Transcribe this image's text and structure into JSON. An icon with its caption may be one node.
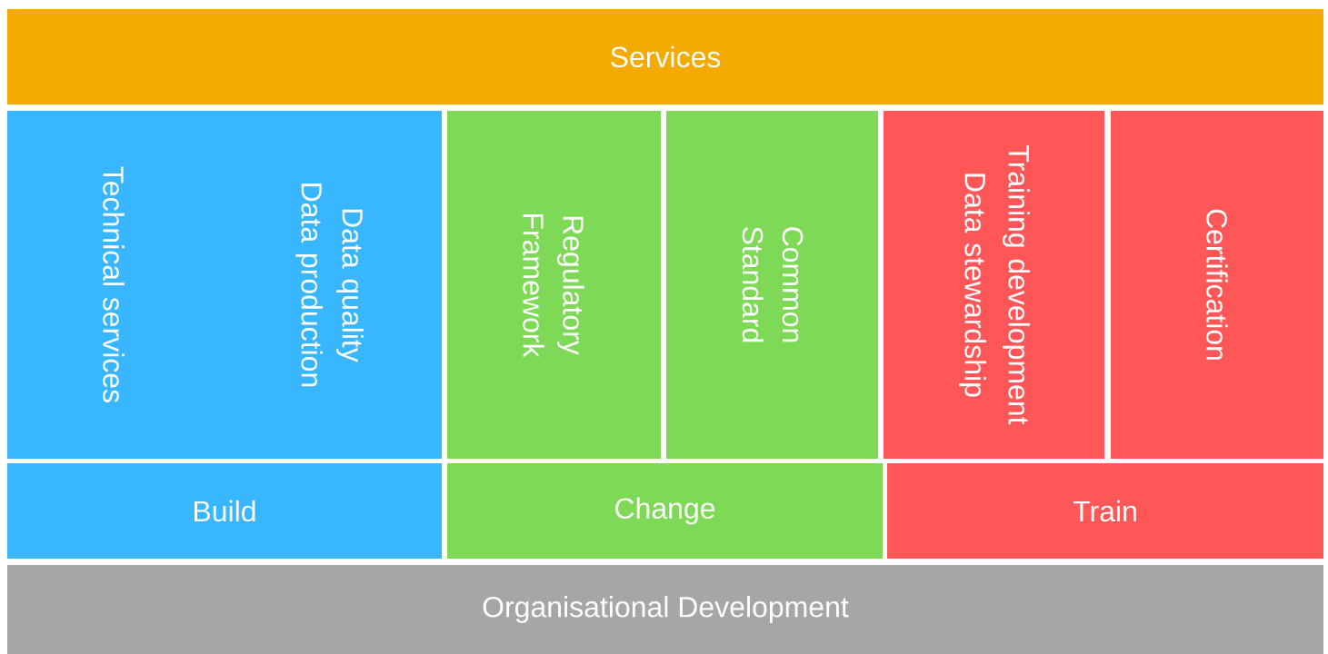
{
  "diagram": {
    "nodes": [
      {
        "text": [
          "Services"
        ]
      },
      {
        "text": [
          "Technical services",
          "Data quality",
          "Data production"
        ]
      },
      {
        "text": [
          "Regulatory Framework"
        ]
      },
      {
        "text": [
          "Common Standard"
        ]
      },
      {
        "text": [
          "Training development",
          "Data stewardship"
        ]
      },
      {
        "text": [
          "Certification"
        ]
      },
      {
        "text": [
          "Build"
        ]
      },
      {
        "text": [
          "Change"
        ]
      },
      {
        "text": [
          "Train"
        ]
      },
      {
        "text": [
          "Organisational Development"
        ]
      }
    ]
  }
}
